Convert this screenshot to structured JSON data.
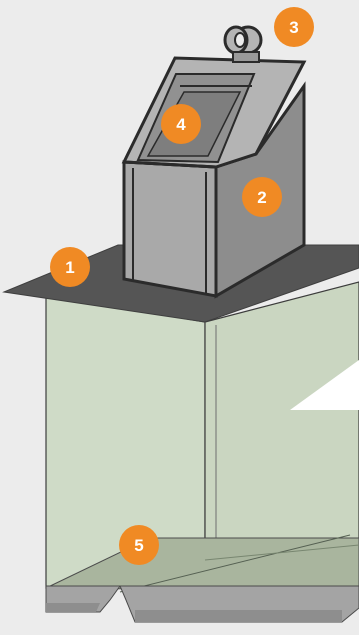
{
  "callouts": [
    {
      "number": "1"
    },
    {
      "number": "2"
    },
    {
      "number": "3"
    },
    {
      "number": "4"
    },
    {
      "number": "5"
    }
  ],
  "colors": {
    "background": "#ececec",
    "platform": "#555555",
    "housing_body": "#a9a9a9",
    "housing_outline": "#2b2b2b",
    "glass_tank": "#cbd8c2",
    "tank_floor": "#a9b59e",
    "base_rails": "#a4a4a4",
    "badge": "#f08a24",
    "badge_text": "#ffffff",
    "arrow": "#ffffff"
  },
  "icons": {
    "lifting_eye": "lifting-eye-icon",
    "arrow": "white-arrow-shape"
  }
}
